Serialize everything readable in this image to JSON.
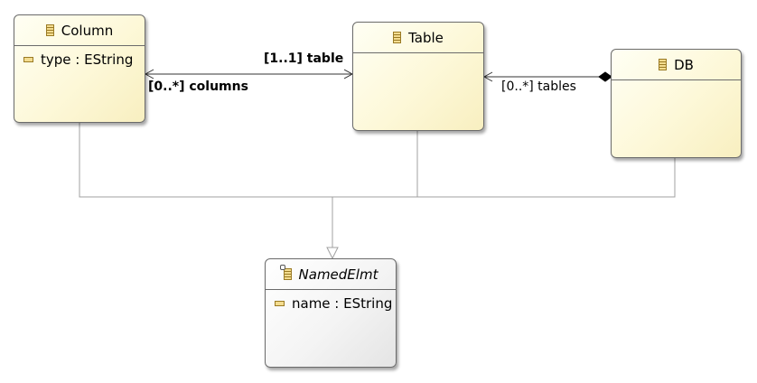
{
  "diagram": {
    "classes": [
      {
        "id": "column",
        "name": "Column",
        "abstract": false,
        "attributes": [
          "type : EString"
        ]
      },
      {
        "id": "table",
        "name": "Table",
        "abstract": false,
        "attributes": []
      },
      {
        "id": "db",
        "name": "DB",
        "abstract": false,
        "attributes": []
      },
      {
        "id": "namedelmt",
        "name": "NamedElmt",
        "abstract": true,
        "attributes": [
          "name : EString"
        ]
      }
    ],
    "references": [
      {
        "from": "table",
        "to": "column",
        "label": "[0..*] columns",
        "kind": "navigable"
      },
      {
        "from": "column",
        "to": "table",
        "label": "[1..1] table",
        "kind": "navigable"
      },
      {
        "from": "db",
        "to": "table",
        "label": "[0..*] tables",
        "kind": "containment"
      }
    ],
    "inheritance": {
      "parent": "namedelmt",
      "children": [
        "column",
        "table",
        "db"
      ]
    }
  },
  "colors": {
    "class_fill": "#fdf8d8",
    "abstract_fill": "#f2f2f2",
    "border": "#6b6b6b",
    "edge": "#9a9a9a",
    "reference": "#333333"
  }
}
